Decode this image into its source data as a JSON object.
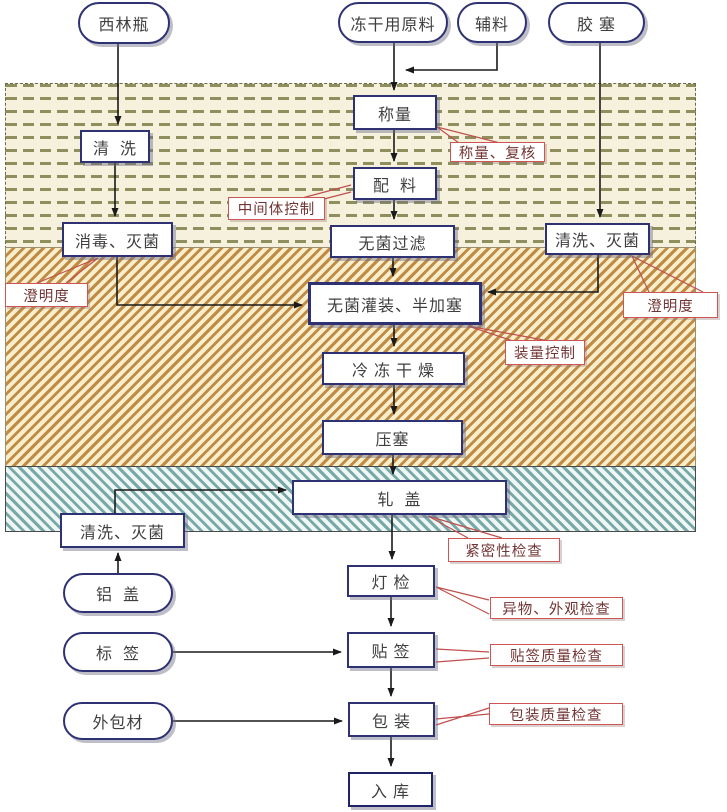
{
  "materials": {
    "vial": "西林瓶",
    "raw_material": "冻干用原料",
    "excipient": "辅料",
    "rubber_stopper": "胶 塞",
    "aluminum_cap": "铝  盖",
    "label": "标  签",
    "outer_packaging": "外包材"
  },
  "steps": {
    "weighing": "称量",
    "washing": "清  洗",
    "compounding": "配  料",
    "disinfection_sterilization": "消毒、灭菌",
    "sterile_filtration": "无菌过滤",
    "stopper_washing_sterilization": "清洗、灭菌",
    "sterile_filling_half_stoppering": "无菌灌装、半加塞",
    "freeze_drying": "冷 冻 干 燥",
    "stoppering": "压塞",
    "capping": "轧  盖",
    "cap_washing_sterilization": "清洗、灭菌",
    "light_inspection": "灯 检",
    "labeling": "贴 签",
    "packaging": "包 装",
    "warehousing": "入 库"
  },
  "quality_controls": {
    "weighing_verification": "称量、复核",
    "intermediate_control": "中间体控制",
    "clarity_left": "澄明度",
    "clarity_right": "澄明度",
    "fill_volume_control": "装量控制",
    "tightness_inspection": "紧密性检查",
    "foreign_matter_appearance_inspection": "异物、外观检查",
    "label_quality_inspection": "贴签质量检查",
    "packaging_quality_inspection": "包装质量检查"
  },
  "colors": {
    "process_box_border": "#2e3272",
    "qc_label_border": "#cc5555",
    "qc_label_text": "#733434",
    "dashed_zone_bg": "#f5f1dd",
    "dashed_zone_dash": "#8f8f5e",
    "orange_zone_bg": "#f9eecb",
    "orange_zone_stripe": "#c08b45",
    "teal_zone_bg": "#eef7f4",
    "teal_zone_stripe": "#79a8a8",
    "connector": "#1a1a1a"
  }
}
